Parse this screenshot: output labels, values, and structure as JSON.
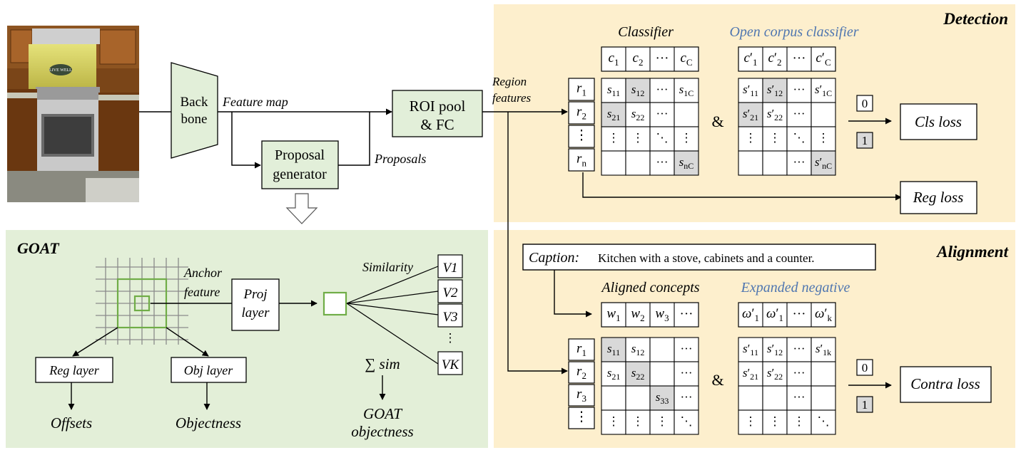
{
  "detection": {
    "title": "Detection",
    "classifier_title": "Classifier",
    "open_title": "Open corpus classifier",
    "region_features": [
      "Region",
      "features"
    ],
    "r_labels": [
      "r1",
      "r2",
      "⋮",
      "rn"
    ],
    "class_header": [
      "c1",
      "c2",
      "···",
      "cC"
    ],
    "class_cells": [
      [
        "s11",
        "s12",
        "···",
        "s1C"
      ],
      [
        "s21",
        "s22",
        "···",
        ""
      ],
      [
        "⋮",
        "⋮",
        "⋱",
        "⋮"
      ],
      [
        "",
        "",
        "···",
        "snC"
      ]
    ],
    "open_header": [
      "c'1",
      "c'2",
      "···",
      "c'C"
    ],
    "open_cells": [
      [
        "s'11",
        "s'12",
        "···",
        "s'1C"
      ],
      [
        "s'21",
        "s'22",
        "···",
        ""
      ],
      [
        "⋮",
        "⋮",
        "⋱",
        "⋮"
      ],
      [
        "",
        "",
        "···",
        "s'nC"
      ]
    ],
    "amp": "&",
    "zero": "0",
    "one": "1",
    "cls_loss": "Cls loss",
    "reg_loss": "Reg loss"
  },
  "pipeline": {
    "backbone": [
      "Back",
      "bone"
    ],
    "feature_map": "Feature map",
    "roi": [
      "ROI pool",
      "& FC"
    ],
    "proposal_gen": [
      "Proposal",
      "generator"
    ],
    "proposals": "Proposals"
  },
  "kitchen_sign": "LIVE WELL",
  "goat": {
    "title": "GOAT",
    "anchor": [
      "Anchor",
      "feature"
    ],
    "proj": [
      "Proj",
      "layer"
    ],
    "similarity": "Similarity",
    "v_labels": [
      "V1",
      "V2",
      "V3",
      "⋮",
      "VK"
    ],
    "sum": "∑ sim",
    "goat_obj": [
      "GOAT",
      "objectness"
    ],
    "reg_layer": "Reg layer",
    "obj_layer": "Obj layer",
    "offsets": "Offsets",
    "objectness": "Objectness"
  },
  "alignment": {
    "title": "Alignment",
    "caption_label": "Caption:",
    "caption_text": "Kitchen with a stove, cabinets and a counter.",
    "aligned_title": "Aligned concepts",
    "expanded_title": "Expanded negative",
    "r_labels": [
      "r1",
      "r2",
      "r3",
      "⋮"
    ],
    "w_header": [
      "w1",
      "w2",
      "w3",
      "···"
    ],
    "w_cells": [
      [
        "s11",
        "s12",
        "",
        "···"
      ],
      [
        "s21",
        "s22",
        "",
        "···"
      ],
      [
        "",
        "",
        "s33",
        "···"
      ],
      [
        "⋮",
        "⋮",
        "⋮",
        "⋱"
      ]
    ],
    "neg_header": [
      "ω'1",
      "ω'1",
      "···",
      "ω'k"
    ],
    "neg_cells": [
      [
        "s'11",
        "s'12",
        "···",
        "s'1k"
      ],
      [
        "s'21",
        "s'22",
        "···",
        ""
      ],
      [
        "",
        "",
        "···",
        ""
      ],
      [
        "⋮",
        "⋮",
        "⋮",
        "⋱"
      ]
    ],
    "amp": "&",
    "zero": "0",
    "one": "1",
    "contra_loss": "Contra loss"
  },
  "colors": {
    "detection_bg": "#fdefcd",
    "goat_bg": "#e3efd8",
    "box_green": "#e2efd9",
    "blue_title": "#4f76b0",
    "gray_cell": "#d9d9d9",
    "grid_green": "#70ad47"
  }
}
